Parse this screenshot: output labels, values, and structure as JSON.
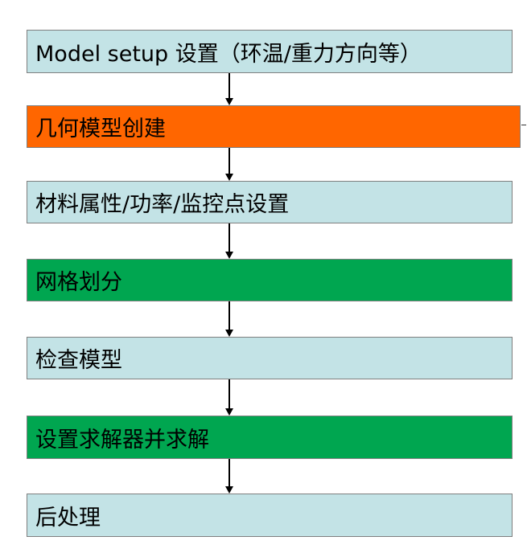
{
  "flowchart": {
    "steps": [
      {
        "label": "Model setup 设置（环温/重力方向等）",
        "fill": "#c3e3e6"
      },
      {
        "label": "几何模型创建",
        "fill": "#ff6600"
      },
      {
        "label": "材料属性/功率/监控点设置",
        "fill": "#c3e3e6"
      },
      {
        "label": "网格划分",
        "fill": "#00a650"
      },
      {
        "label": "检查模型",
        "fill": "#c3e3e6"
      },
      {
        "label": "设置求解器并求解",
        "fill": "#00a650"
      },
      {
        "label": "后处理",
        "fill": "#c3e3e6"
      }
    ],
    "connector_color": "#000000"
  }
}
